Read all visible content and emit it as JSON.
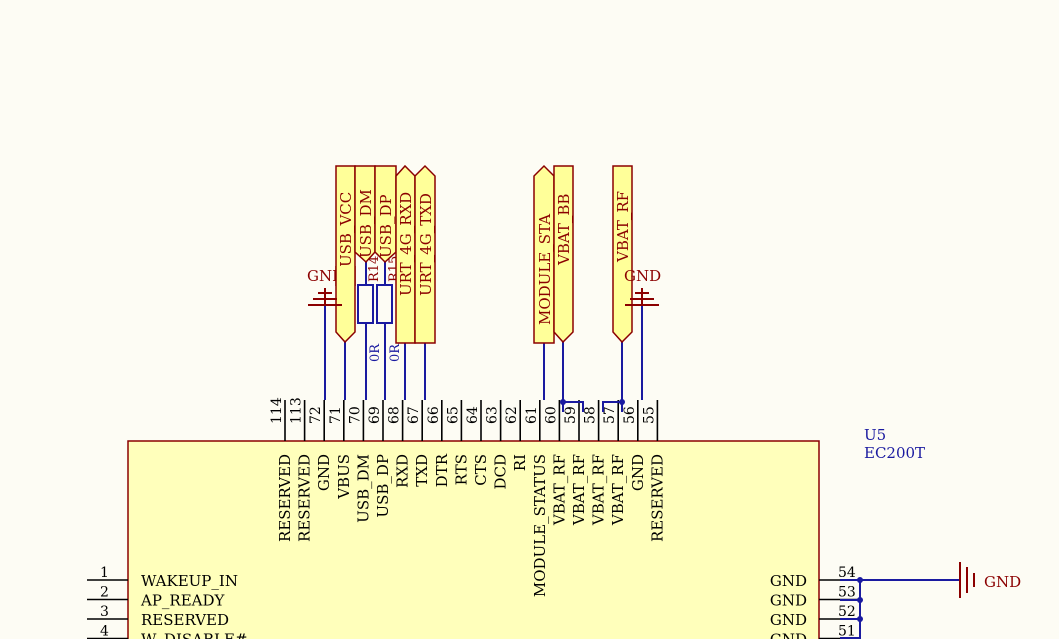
{
  "component": {
    "ref": "U5",
    "value": "EC200T",
    "body_fill": "#ffffbb",
    "body_stroke": "#8b0000"
  },
  "top_pins": [
    {
      "num": "114",
      "name": "RESERVED"
    },
    {
      "num": "113",
      "name": "RESERVED"
    },
    {
      "num": "72",
      "name": "GND"
    },
    {
      "num": "71",
      "name": "VBUS"
    },
    {
      "num": "70",
      "name": "USB_DM"
    },
    {
      "num": "69",
      "name": "USB_DP"
    },
    {
      "num": "68",
      "name": "RXD"
    },
    {
      "num": "67",
      "name": "TXD"
    },
    {
      "num": "66",
      "name": "DTR"
    },
    {
      "num": "65",
      "name": "RTS"
    },
    {
      "num": "64",
      "name": "CTS"
    },
    {
      "num": "63",
      "name": "DCD"
    },
    {
      "num": "62",
      "name": "RI"
    },
    {
      "num": "61",
      "name": "MODULE_STATUS"
    },
    {
      "num": "60",
      "name": "VBAT_RF"
    },
    {
      "num": "59",
      "name": "VBAT_RF"
    },
    {
      "num": "58",
      "name": "VBAT_RF"
    },
    {
      "num": "57",
      "name": "VBAT_RF"
    },
    {
      "num": "56",
      "name": "GND"
    },
    {
      "num": "55",
      "name": "RESERVED"
    }
  ],
  "left_pins": [
    {
      "num": "1",
      "name": "WAKEUP_IN"
    },
    {
      "num": "2",
      "name": "AP_READY"
    },
    {
      "num": "3",
      "name": "RESERVED"
    },
    {
      "num": "4",
      "name": "W_DISABLE#"
    }
  ],
  "right_pins": [
    {
      "num": "54",
      "name": "GND"
    },
    {
      "num": "53",
      "name": "GND"
    },
    {
      "num": "52",
      "name": "GND"
    },
    {
      "num": "51",
      "name": "GND"
    }
  ],
  "net_ports": [
    {
      "label": "USB_VCC"
    },
    {
      "label": "USB_DM"
    },
    {
      "label": "USB_DP"
    },
    {
      "label": "URT_4G_RXD"
    },
    {
      "label": "URT_4G_TXD"
    },
    {
      "label": "MODULE_STA"
    },
    {
      "label": "VBAT_BB"
    },
    {
      "label": "VBAT_RF"
    }
  ],
  "resistors": [
    {
      "ref": "R14",
      "value": "0R"
    },
    {
      "ref": "R15",
      "value": "0R"
    }
  ],
  "ground_labels": {
    "left": "GND",
    "mid": "GND",
    "right": "GND"
  },
  "colors": {
    "wire": "#1a1aa0",
    "power": "#8b0000",
    "port_fill": "#ffff99"
  }
}
